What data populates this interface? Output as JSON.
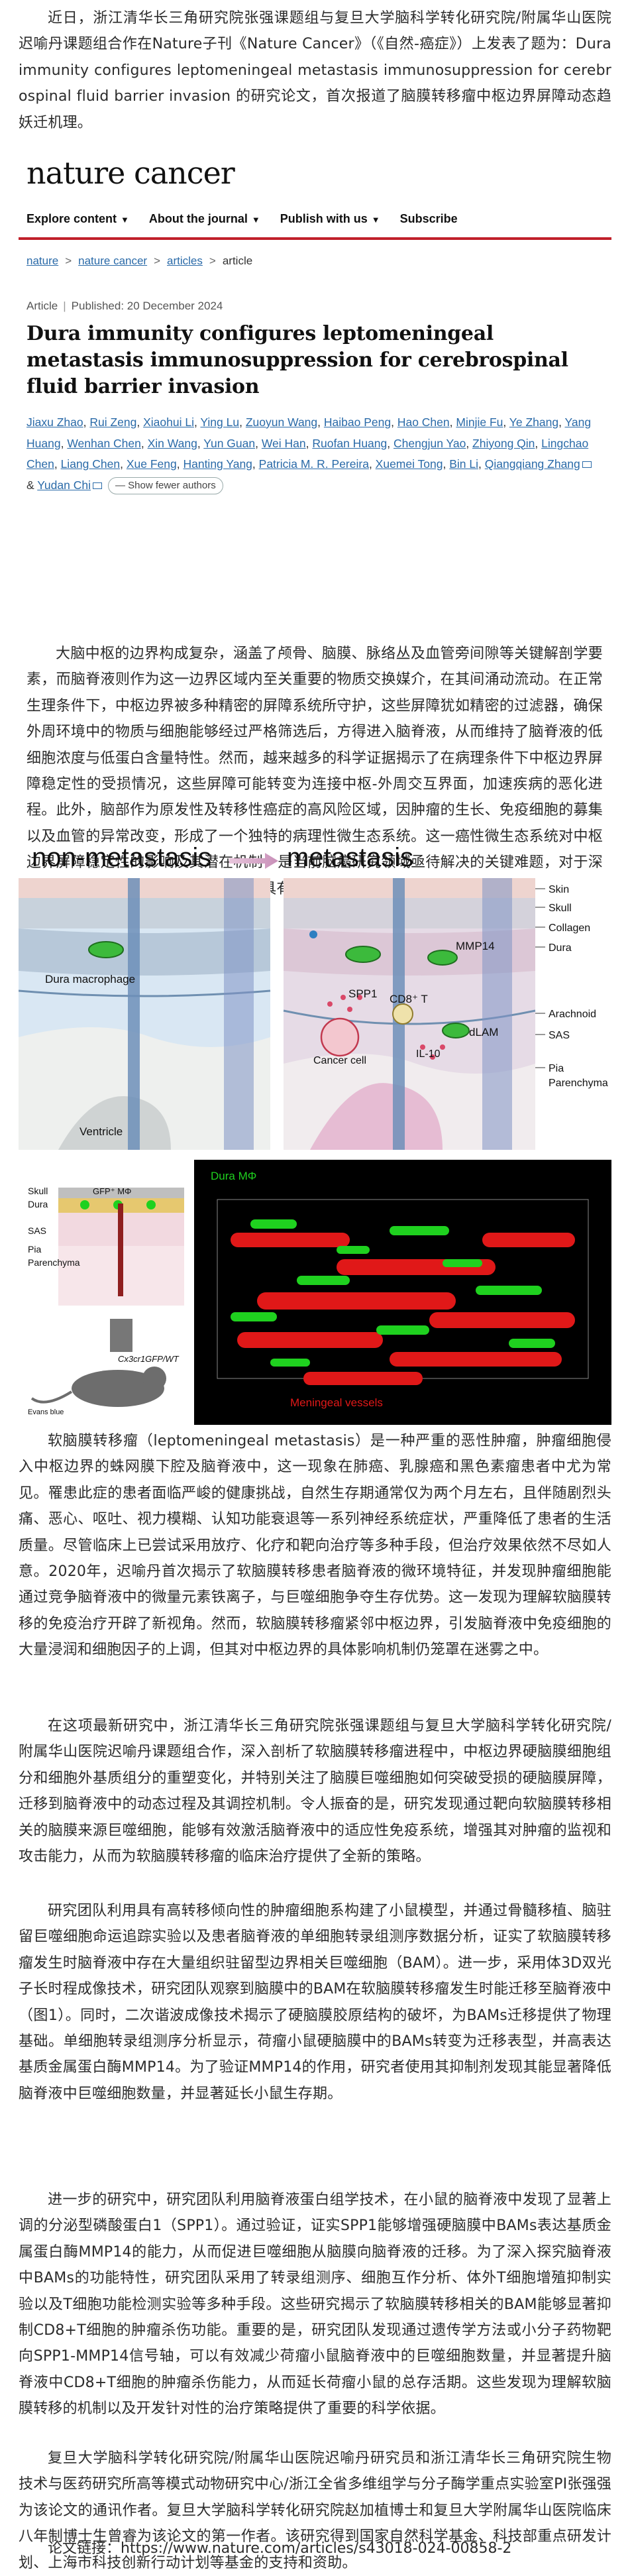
{
  "intro": "近日，浙江清华长三角研究院张强课题组与复旦大学脑科学转化研究院/附属华山医院迟喻丹课题组合作在Nature子刊《Nature Cancer》（《自然-癌症》）上发表了题为：Dura immunity configures leptomeningeal metastasis immunosuppression for cerebrospinal fluid barrier invasion 的研究论文，首次报道了脑膜转移瘤中枢边界屏障动态趋妖迁机理。",
  "journal": {
    "logo": "nature cancer",
    "nav": [
      "Explore content",
      "About the journal",
      "Publish with us",
      "Subscribe"
    ],
    "breadcrumbs": [
      "nature",
      "nature cancer",
      "articles",
      "article"
    ],
    "article_type": "Article",
    "published": "Published: 20 December 2024",
    "title": "Dura immunity configures leptomeningeal metastasis immunosuppression for cerebrospinal fluid barrier invasion",
    "authors": [
      "Jiaxu Zhao",
      "Rui Zeng",
      "Xiaohui Li",
      "Ying Lu",
      "Zuoyun Wang",
      "Haibao Peng",
      "Hao Chen",
      "Minjie Fu",
      "Ye Zhang",
      "Yang Huang",
      "Wenhan Chen",
      "Xin Wang",
      "Yun Guan",
      "Wei Han",
      "Ruofan Huang",
      "Chengjun Yao",
      "Zhiyong Qin",
      "Lingchao Chen",
      "Liang Chen",
      "Xue Feng",
      "Hanting Yang",
      "Patricia M. R. Pereira",
      "Xuemei Tong",
      "Bin Li",
      "Qiangqiang Zhang",
      "Yudan Chi"
    ],
    "fewer_label": "Show fewer authors",
    "amp": "&"
  },
  "para1": "大脑中枢的边界构成复杂，涵盖了颅骨、脑膜、脉络丛及血管旁间隙等关键解剖学要素，而脑脊液则作为这一边界区域内至关重要的物质交换媒介，在其间涌动流动。在正常生理条件下，中枢边界被多种精密的屏障系统所守护，这些屏障犹如精密的过滤器，确保外周环境中的物质与细胞能够经过严格筛选后，方得进入脑脊液，从而维持了脑脊液的低细胞浓度与低蛋白含量特性。然而，越来越多的科学证据揭示了在病理条件下中枢边界屏障稳定性的受损情况，这些屏障可能转变为连接中枢-外周交互界面，加速疾病的恶化进程。此外，脑部作为原发性及转移性癌症的高风险区域，因肿瘤的生长、免疫细胞的募集以及血管的异常改变，形成了一个独特的病理性微生态系统。这一癌性微生态系统对中枢边界屏障稳定性的影响及其潜在机制，是当前脑癌研究领域亟待解决的关键难题，对于深入理解疾病进展及探索有效治疗策略具有重要意义。",
  "figure1": {
    "left_title": "non-metastasis",
    "right_title": "metastasis",
    "labels": {
      "dura_macrophage": "Dura macrophage",
      "ventricle": "Ventricle",
      "spp1": "SPP1",
      "mmp14": "MMP14",
      "cd8": "CD8⁺ T",
      "dlam": "dLAM",
      "il10": "IL-10",
      "cancer_cell": "Cancer cell"
    },
    "layers": [
      "Skin",
      "Skull",
      "Collagen",
      "Dura",
      "Arachnoid",
      "SAS",
      "Pia",
      "Parenchyma"
    ]
  },
  "figure2": {
    "left_labels": [
      "Skull",
      "Dura",
      "SAS",
      "Pia",
      "Parenchyma"
    ],
    "gfp_label": "GFP⁺ MΦ",
    "mouse_label": "Cx3cr1GFP/WT",
    "dye_label": "Evans blue",
    "micro_label_1": "Dura MΦ",
    "micro_label_2": "Meningeal vessels",
    "colors": {
      "green": "#1fd11f",
      "red": "#e01818"
    }
  },
  "para2": "软脑膜转移瘤（leptomeningeal metastasis）是一种严重的恶性肿瘤，肿瘤细胞侵入中枢边界的蛛网膜下腔及脑脊液中，这一现象在肺癌、乳腺癌和黑色素瘤患者中尤为常见。罹患此症的患者面临严峻的健康挑战，自然生存期通常仅为两个月左右，且伴随剧烈头痛、恶心、呕吐、视力模糊、认知功能衰退等一系列神经系统症状，严重降低了患者的生活质量。尽管临床上已尝试采用放疗、化疗和靶向治疗等多种手段，但治疗效果依然不尽如人意。2020年，迟喻丹首次揭示了软脑膜转移患者脑脊液的微环境特征，并发现肿瘤细胞能通过竞争脑脊液中的微量元素铁离子，与巨噬细胞争夺生存优势。这一发现为理解软脑膜转移的免疫治疗开辟了新视角。然而，软脑膜转移瘤紧邻中枢边界，引发脑脊液中免疫细胞的大量浸润和细胞因子的上调，但其对中枢边界的具体影响机制仍笼罩在迷雾之中。",
  "para3": "在这项最新研究中，浙江清华长三角研究院张强课题组与复旦大学脑科学转化研究院/附属华山医院迟喻丹课题组合作，深入剖析了软脑膜转移瘤进程中，中枢边界硬脑膜细胞组分和细胞外基质组分的重塑变化，并特别关注了脑膜巨噬细胞如何突破受损的硬脑膜屏障，迁移到脑脊液中的动态过程及其调控机制。令人振奋的是，研究发现通过靶向软脑膜转移相关的脑膜来源巨噬细胞，能够有效激活脑脊液中的适应性免疫系统，增强其对肿瘤的监视和攻击能力，从而为软脑膜转移瘤的临床治疗提供了全新的策略。",
  "para4": "研究团队利用具有高转移倾向性的肿瘤细胞系构建了小鼠模型，并通过骨髓移植、脑驻留巨噬细胞命运追踪实验以及患者脑脊液的单细胞转录组测序数据分析，证实了软脑膜转移瘤发生时脑脊液中存在大量组织驻留型边界相关巨噬细胞（BAM）。进一步，采用体3D双光子长时程成像技术，研究团队观察到脑膜中的BAM在软脑膜转移瘤发生时能迁移至脑脊液中（图1）。同时，二次谐波成像技术揭示了硬脑膜胶原结构的破坏，为BAMs迁移提供了物理基础。单细胞转录组测序分析显示，荷瘤小鼠硬脑膜中的BAMs转变为迁移表型，并高表达基质金属蛋白酶MMP14。为了验证MMP14的作用，研究者使用其抑制剂发现其能显著降低脑脊液中巨噬细胞数量，并显著延长小鼠生存期。",
  "para5": "进一步的研究中，研究团队利用脑脊液蛋白组学技术，在小鼠的脑脊液中发现了显著上调的分泌型磷酸蛋白1（SPP1）。通过验证，证实SPP1能够增强硬脑膜中BAMs表达基质金属蛋白酶MMP14的能力，从而促进巨噬细胞从脑膜向脑脊液的迁移。为了深入探究脑脊液中BAMs的功能特性，研究团队采用了转录组测序、细胞互作分析、体外T细胞增殖抑制实验以及T细胞功能检测实验等多种手段。这些研究揭示了软脑膜转移相关的BAM能够显著抑制CD8+T细胞的肿瘤杀伤功能。重要的是，研究团队发现通过遗传学方法或小分子药物靶向SPP1-MMP14信号轴，可以有效减少荷瘤小鼠脑脊液中的巨噬细胞数量，并显著提升脑脊液中CD8+T细胞的肿瘤杀伤能力，从而延长荷瘤小鼠的总存活期。这些发现为理解软脑膜转移的机制以及开发针对性的治疗策略提供了重要的科学依据。",
  "para6": "复旦大学脑科学转化研究院/附属华山医院迟喻丹研究员和浙江清华长三角研究院生物技术与医药研究所高等模式动物研究中心/浙江全省多维组学与分子酶学重点实验室PI张强强为该论文的通讯作者。复旦大学脑科学转化研究院赵加植博士和复旦大学附属华山医院临床八年制博士生曾睿为该论文的第一作者。该研究得到国家自然科学基金、科技部重点研发计划、上海市科技创新行动计划等基金的支持和资助。",
  "link_label": "论文链接：",
  "link_url": "https://www.nature.com/articles/s43018-024-00858-2"
}
